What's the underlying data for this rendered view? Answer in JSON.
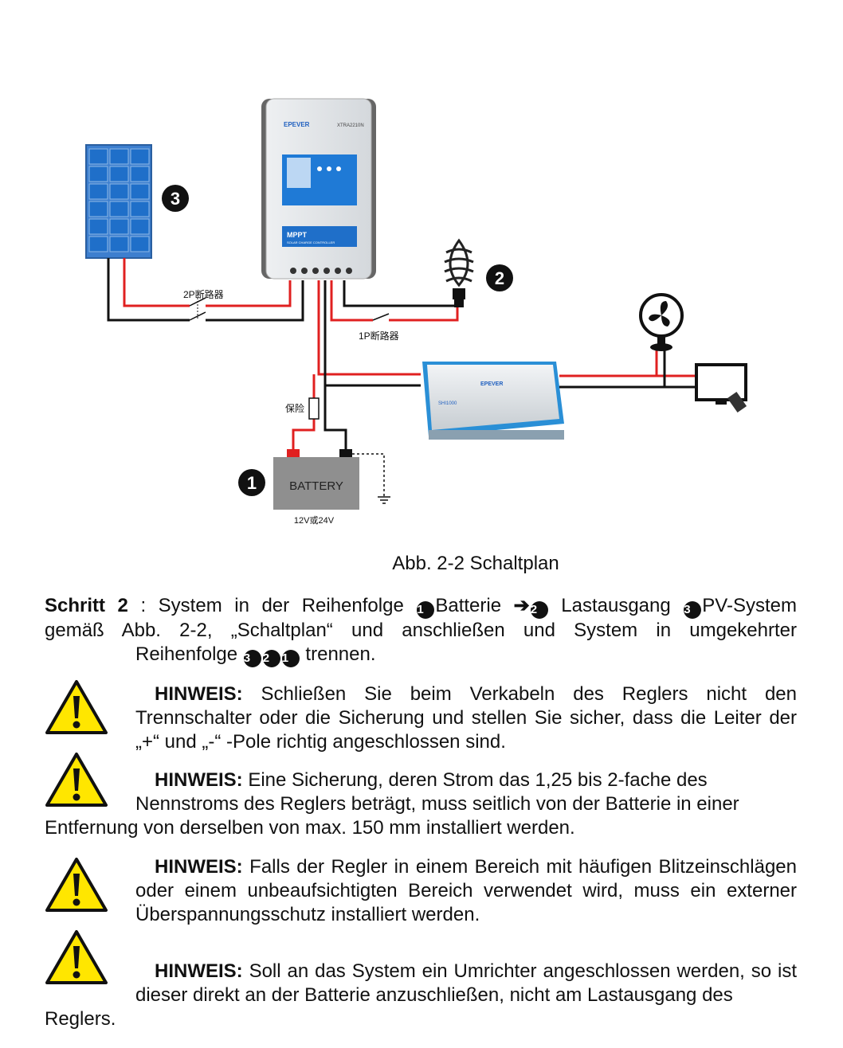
{
  "figure": {
    "label_2p_breaker": "2P断路器",
    "label_1p_breaker": "1P断路器",
    "label_fuse": "保险",
    "battery_text": "BATTERY",
    "battery_voltage": "12V或24V",
    "controller_brand": "EPEVER",
    "controller_model": "XTRA2210N",
    "controller_mppt": "MPPT",
    "controller_sub": "SOLAR CHARGE CONTROLLER",
    "inverter_brand": "EPEVER",
    "inverter_model": "SHI1000",
    "marker_pv": "3",
    "marker_load": "2",
    "marker_battery": "1"
  },
  "caption": "Abb. 2-2 Schaltplan",
  "step": {
    "label": "Schritt 2",
    "colon": " : ",
    "line1_a": "System in der Reihenfolge ",
    "n1": "1",
    "t1": "Batterie ",
    "arrow": "➔",
    "n2": "2",
    "t2": " Lastausgang ",
    "n3": "3",
    "t3": "PV-System",
    "line2": "gemäß Abb. 2-2, „Schaltplan“ und anschließen und System in umgekehrter",
    "line3_a": "Reihenfolge ",
    "r1": "3",
    "r2": "2",
    "r3": "1",
    "line3_b": " trennen."
  },
  "notes": [
    {
      "label": "HINWEIS:",
      "text": " Schließen Sie beim Verkabeln des Reglers nicht den Trennschalter oder die Sicherung und stellen Sie sicher, dass die Leiter der „+“ und „-“ -Pole richtig angeschlossen sind."
    },
    {
      "label": "HINWEIS:",
      "text1": " Eine Sicherung, deren Strom das 1,25 bis 2-fache des",
      "text2": "Nennstroms des Reglers beträgt, muss seitlich von der Batterie in einer",
      "text3": "Entfernung von derselben von max. 150 mm installiert werden."
    },
    {
      "label": "HINWEIS:",
      "text": " Falls der Regler in einem Bereich mit häufigen Blitzeinschlägen oder einem unbeaufsichtigten Bereich verwendet wird, muss ein externer Überspannungsschutz installiert werden."
    },
    {
      "label": "HINWEIS:",
      "text1": " Soll an das System ein Umrichter angeschlossen werden, so ist dieser direkt an der Batterie anzuschließen, nicht am Lastausgang des",
      "text2": "Reglers."
    }
  ],
  "colors": {
    "wire_pos": "#e02020",
    "wire_neg": "#111111",
    "panel_blue": "#1f6fc9",
    "warning_yellow": "#ffe600"
  }
}
